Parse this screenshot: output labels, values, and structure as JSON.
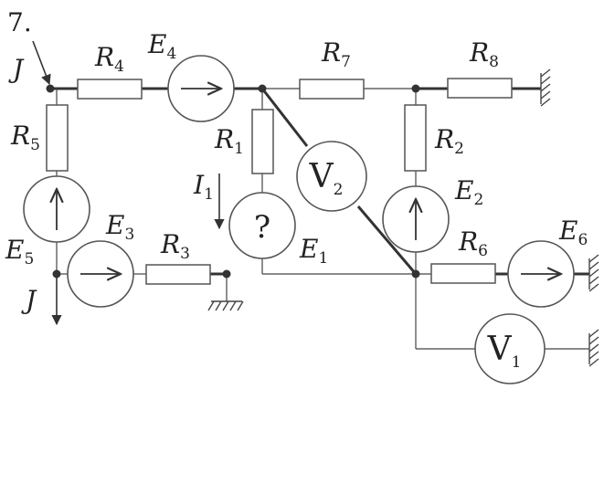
{
  "problem_number": "7.",
  "labels": {
    "J_in": "J",
    "J_out": "J",
    "R1": {
      "main": "R",
      "sub": "1"
    },
    "R2": {
      "main": "R",
      "sub": "2"
    },
    "R3": {
      "main": "R",
      "sub": "3"
    },
    "R4": {
      "main": "R",
      "sub": "4"
    },
    "R5": {
      "main": "R",
      "sub": "5"
    },
    "R6": {
      "main": "R",
      "sub": "6"
    },
    "R7": {
      "main": "R",
      "sub": "7"
    },
    "R8": {
      "main": "R",
      "sub": "8"
    },
    "E1": {
      "main": "E",
      "sub": "1"
    },
    "E2": {
      "main": "E",
      "sub": "2"
    },
    "E3": {
      "main": "E",
      "sub": "3"
    },
    "E4": {
      "main": "E",
      "sub": "4"
    },
    "E5": {
      "main": "E",
      "sub": "5"
    },
    "E6": {
      "main": "E",
      "sub": "6"
    },
    "I1": {
      "main": "I",
      "sub": "1"
    },
    "unknown_source": "?",
    "V1": {
      "main": "V",
      "sub": "1"
    },
    "V2": {
      "main": "V",
      "sub": "2"
    }
  }
}
